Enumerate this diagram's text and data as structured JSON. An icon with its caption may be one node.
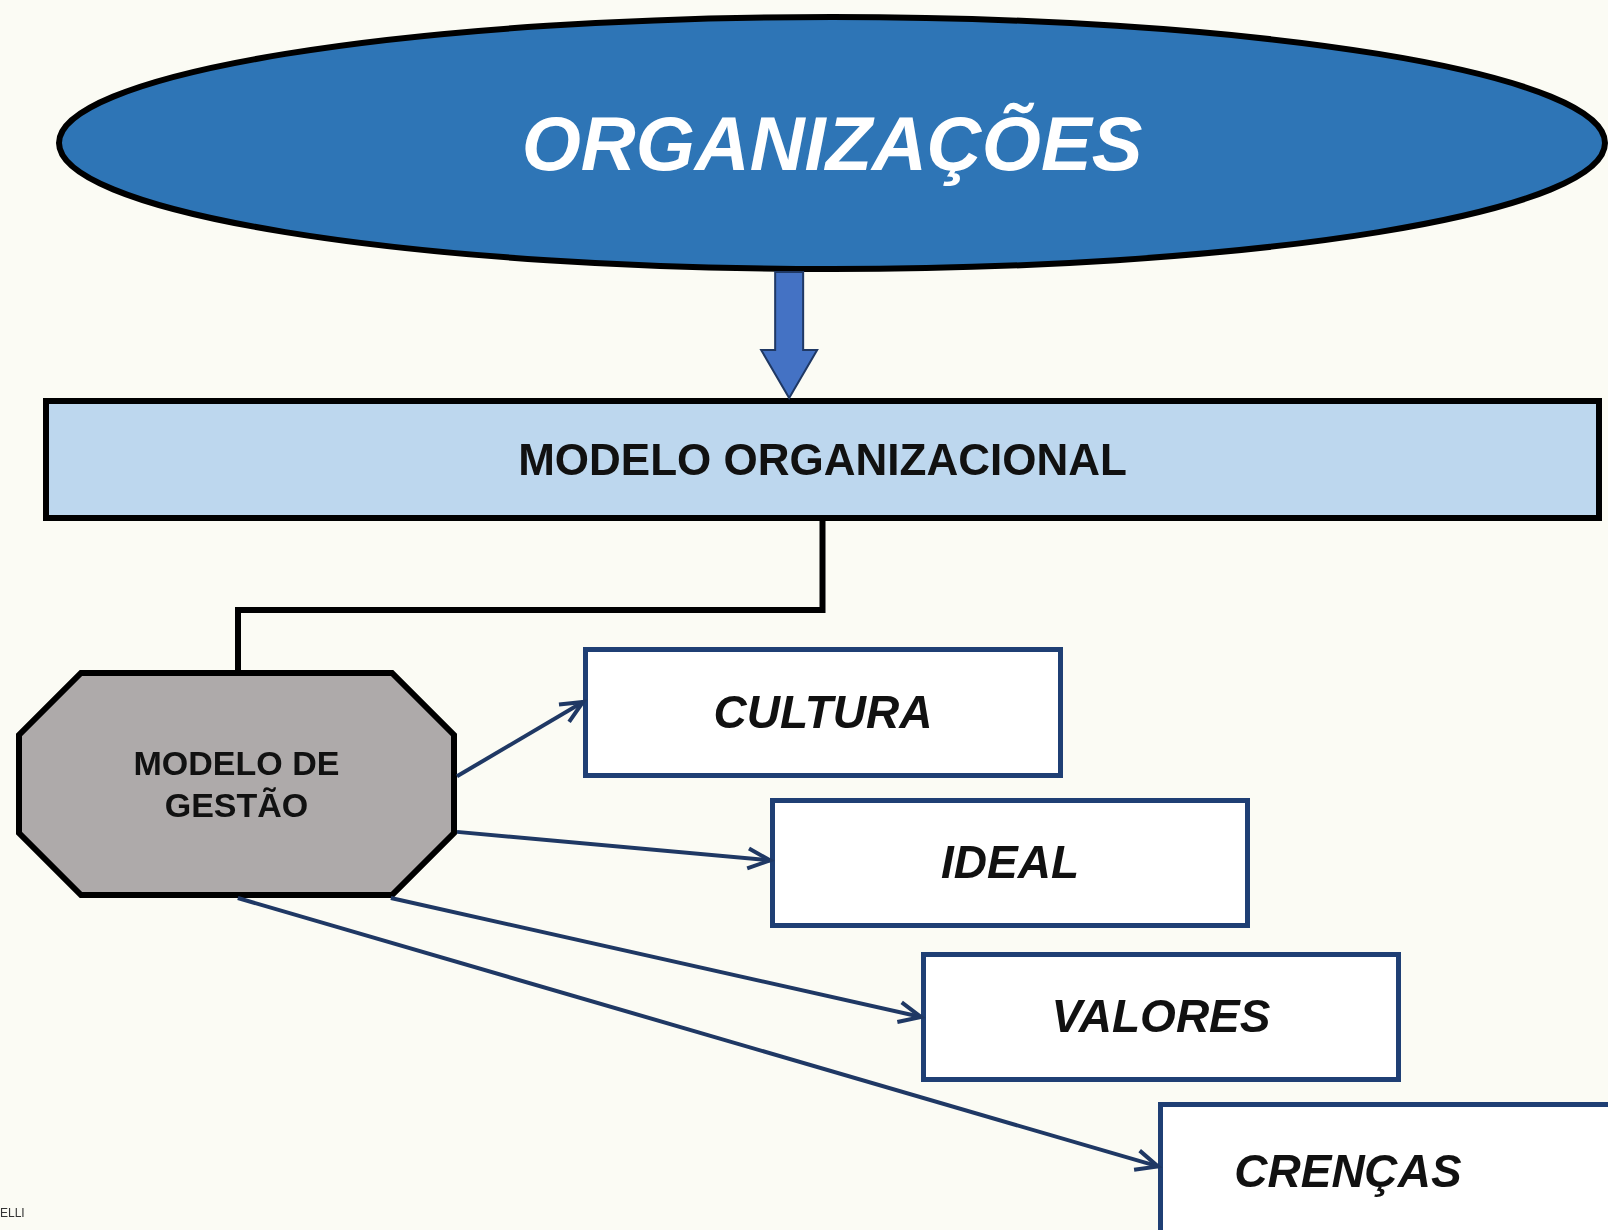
{
  "diagram": {
    "nodes": [
      {
        "text": [
          "ORGANIZAÇÕES"
        ]
      },
      {
        "text": [
          "MODELO ORGANIZACIONAL"
        ]
      },
      {
        "text": [
          "MODELO DE GESTÃO"
        ]
      },
      {
        "text": [
          "CULTURA"
        ]
      },
      {
        "text": [
          "IDEAL"
        ]
      },
      {
        "text": [
          "VALORES"
        ]
      },
      {
        "text": [
          "CRENÇAS"
        ]
      }
    ],
    "edges": [
      {
        "from": 0,
        "to": 1,
        "arrow": "to",
        "style": "thick",
        "color": "#4472c4"
      },
      {
        "from": 1,
        "to": 2,
        "arrow": "none",
        "color": "#000000"
      },
      {
        "from": 2,
        "to": 3,
        "arrow": "to"
      },
      {
        "from": 2,
        "to": 4,
        "arrow": "to"
      },
      {
        "from": 2,
        "to": 5,
        "arrow": "to"
      },
      {
        "from": 2,
        "to": 6,
        "arrow": "to"
      }
    ],
    "labels": [
      "ELLI"
    ]
  }
}
